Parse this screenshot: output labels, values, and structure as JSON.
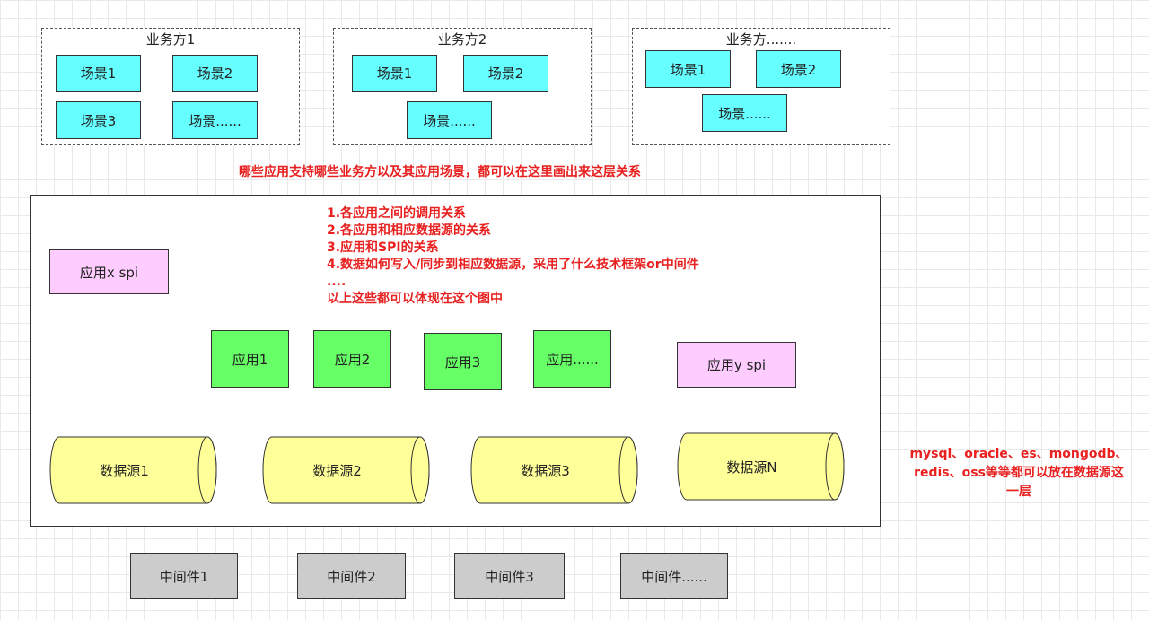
{
  "business_groups": [
    {
      "title": "业务方1",
      "scenes": [
        "场景1",
        "场景2",
        "场景3",
        "场景......"
      ]
    },
    {
      "title": "业务方2",
      "scenes": [
        "场景1",
        "场景2",
        "场景......"
      ]
    },
    {
      "title": "业务方.......",
      "scenes": [
        "场景1",
        "场景2",
        "场景......"
      ]
    }
  ],
  "business_note": "哪些应用支持哪些业务方以及其应用场景，都可以在这里画出来这层关系",
  "app_notes": [
    "1.各应用之间的调用关系",
    "2.各应用和相应数据源的关系",
    "3.应用和SPI的关系",
    "4.数据如何写入/同步到相应数据源，采用了什么技术框架or中间件",
    "....",
    "以上这些都可以体现在这个图中"
  ],
  "spi_boxes": [
    "应用x spi",
    "应用y spi"
  ],
  "apps": [
    "应用1",
    "应用2",
    "应用3",
    "应用......"
  ],
  "datasources": [
    "数据源1",
    "数据源2",
    "数据源3",
    "数据源N"
  ],
  "datasource_note": [
    "mysql、oracle、es、mongodb、",
    "redis、oss等等都可以放在数据源这",
    "一层"
  ],
  "middlewares": [
    "中间件1",
    "中间件2",
    "中间件3",
    "中间件......"
  ],
  "colors": {
    "scene": "#66ffff",
    "app": "#66ff66",
    "spi": "#ffccff",
    "datasource": "#ffff99",
    "middleware": "#cccccc",
    "note": "#e82020"
  }
}
